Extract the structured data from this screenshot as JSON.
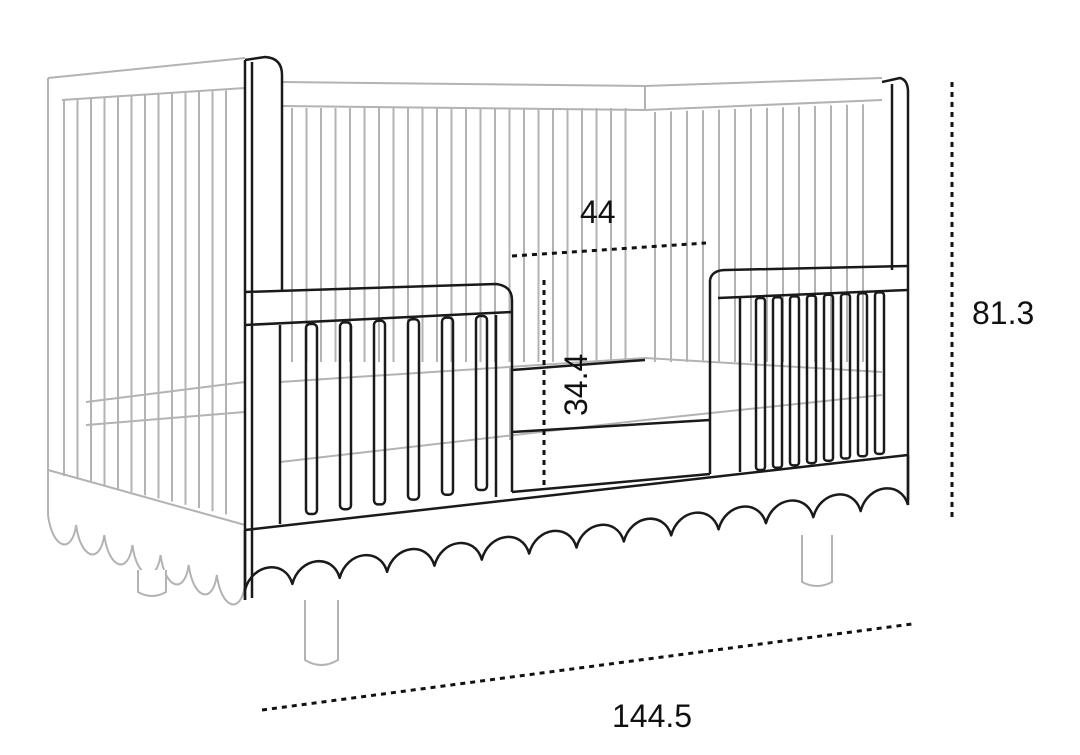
{
  "dimensions": {
    "width": "44",
    "rail_height": "34.4",
    "overall_height": "81.3",
    "length": "144.5"
  },
  "colors": {
    "outline": "#1a1a1a",
    "ghost": "#b3b3b3",
    "dim_line": "#111111"
  }
}
